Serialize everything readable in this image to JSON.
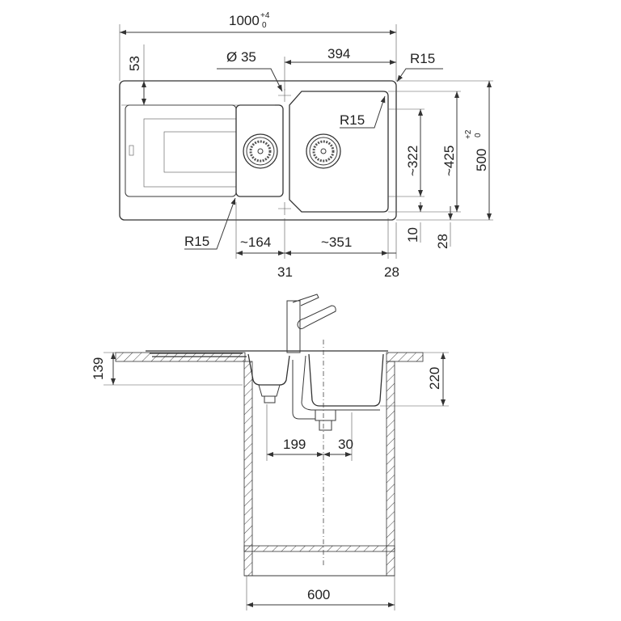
{
  "top_view": {
    "width": {
      "value": "1000",
      "tol_plus": "+4",
      "tol_minus": "0"
    },
    "drainer_offset": "53",
    "tap_hole": "Ø 35",
    "bowl_width": "394",
    "radius_outer": "R15",
    "radius_bowl": "R15",
    "radius_small_bowl": "R15",
    "bowl_depth_inner": "~322",
    "bowl_depth_outer": "~425",
    "depth": {
      "value": "500",
      "tol_plus": "+2",
      "tol_minus": "0"
    },
    "rim_front": "10",
    "rim_back": "28",
    "small_bowl_width": "~164",
    "large_bowl_width": "~351",
    "divider": "31",
    "right_rim": "28"
  },
  "side_view": {
    "small_bowl_height": "139",
    "large_bowl_height": "220",
    "drain_offset": "199",
    "drain_offset_small": "30",
    "cabinet_width": "600"
  }
}
